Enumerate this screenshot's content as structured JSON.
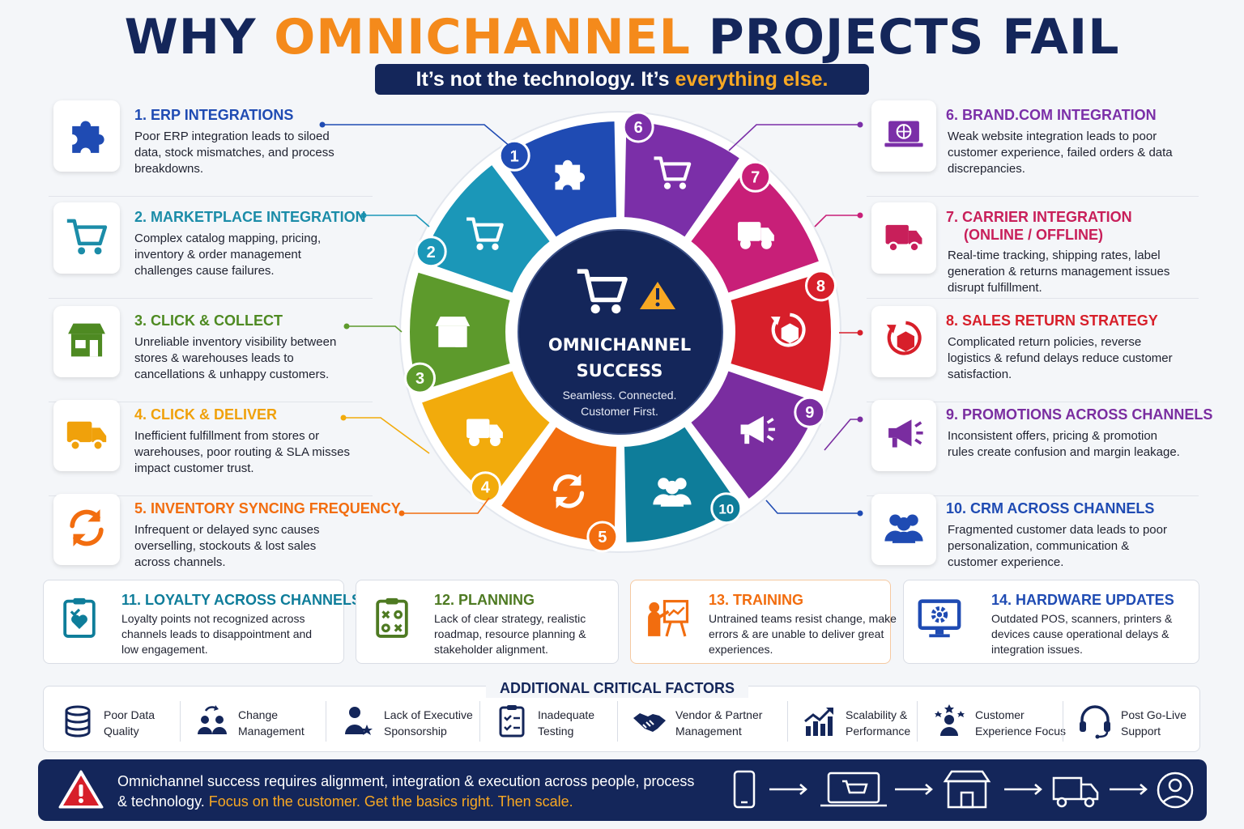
{
  "header": {
    "title_part1": "WHY ",
    "title_accent": "OMNICHANNEL",
    "title_part2": " PROJECTS FAIL",
    "subtitle_part1": "It’s not the technology. It’s ",
    "subtitle_accent": "everything else."
  },
  "colors": {
    "navy": "#14265a",
    "orange": "#f48a1b",
    "seg1": "#1f4bb3",
    "seg2": "#1b97b8",
    "seg3": "#5d9a2c",
    "seg4": "#f2ab0c",
    "seg5": "#f26d0f",
    "seg10": "#0e7d9a",
    "seg9": "#7a2da0",
    "seg8": "#d71f2a",
    "seg7": "#c81f78",
    "seg6": "#7b2fa8"
  },
  "center": {
    "title_line1": "OMNICHANNEL",
    "title_line2": "SUCCESS",
    "tagline_line1": "Seamless. Connected.",
    "tagline_line2": "Customer First."
  },
  "segment_numbers": [
    "1",
    "2",
    "3",
    "4",
    "5",
    "10",
    "9",
    "8",
    "7",
    "6"
  ],
  "left_items": [
    {
      "title": "1. ERP INTEGRATIONS",
      "desc": "Poor ERP integration leads to siloed data, stock mismatches, and process breakdowns.",
      "color": "#1f4bb3",
      "icon": "puzzle-icon"
    },
    {
      "title": "2. MARKETPLACE INTEGRATION",
      "desc": "Complex catalog mapping, pricing, inventory & order management challenges cause failures.",
      "color": "#1b8ca8",
      "icon": "cart-icon"
    },
    {
      "title": "3. CLICK & COLLECT",
      "desc": "Unreliable inventory visibility between stores & warehouses leads to cancellations & unhappy customers.",
      "color": "#4e8a22",
      "icon": "store-icon"
    },
    {
      "title": "4. CLICK & DELIVER",
      "desc": "Inefficient fulfillment from stores or warehouses, poor routing & SLA misses impact customer trust.",
      "color": "#f0a10b",
      "icon": "truck-icon"
    },
    {
      "title": "5. INVENTORY SYNCING FREQUENCY",
      "desc": "Infrequent or delayed sync causes overselling, stockouts & lost sales across channels.",
      "color": "#f26d0f",
      "icon": "sync-icon"
    }
  ],
  "right_items": [
    {
      "title": "6. BRAND.COM INTEGRATION",
      "title2": "",
      "desc": "Weak website integration leads to poor customer experience, failed orders & data discrepancies.",
      "color": "#7b2fa8",
      "icon": "laptop-icon"
    },
    {
      "title": "7. CARRIER INTEGRATION",
      "title2": "(ONLINE / OFFLINE)",
      "desc": "Real-time tracking, shipping rates, label generation & returns management issues disrupt fulfillment.",
      "color": "#c81f5a",
      "icon": "delivery-truck-icon"
    },
    {
      "title": "8. SALES RETURN STRATEGY",
      "title2": "",
      "desc": "Complicated return policies, reverse logistics & refund delays reduce customer satisfaction.",
      "color": "#d71f2a",
      "icon": "return-box-icon"
    },
    {
      "title": "9. PROMOTIONS ACROSS CHANNELS",
      "title2": "",
      "desc": "Inconsistent offers, pricing & promotion rules create confusion and margin leakage.",
      "color": "#7a2da0",
      "icon": "megaphone-icon"
    },
    {
      "title": "10. CRM ACROSS CHANNELS",
      "title2": "",
      "desc": "Fragmented customer data leads to poor personalization, communication & customer experience.",
      "color": "#1f4bb3",
      "icon": "people-icon"
    }
  ],
  "cards": [
    {
      "title": "11. LOYALTY ACROSS CHANNELS",
      "desc": "Loyalty points not recognized across channels leads to disappointment and low engagement.",
      "color": "#0e7d9a",
      "icon": "clipboard-heart-icon"
    },
    {
      "title": "12. PLANNING",
      "desc": "Lack of clear strategy, realistic roadmap, resource planning & stakeholder alignment.",
      "color": "#4e7a22",
      "icon": "strategy-board-icon"
    },
    {
      "title": "13. TRAINING",
      "desc": "Untrained teams resist change, make errors & are unable to deliver great experiences.",
      "color": "#f26d0f",
      "icon": "trainer-icon"
    },
    {
      "title": "14. HARDWARE UPDATES",
      "desc": "Outdated POS, scanners, printers & devices cause operational delays & integration issues.",
      "color": "#1f4bb3",
      "icon": "monitor-gear-icon"
    }
  ],
  "factors": {
    "title": "ADDITIONAL CRITICAL FACTORS",
    "items": [
      {
        "label": "Poor Data\nQuality",
        "icon": "database-icon"
      },
      {
        "label": "Change\nManagement",
        "icon": "change-people-icon"
      },
      {
        "label": "Lack of Executive\nSponsorship",
        "icon": "executive-icon"
      },
      {
        "label": "Inadequate\nTesting",
        "icon": "checklist-icon"
      },
      {
        "label": "Vendor & Partner\nManagement",
        "icon": "handshake-icon"
      },
      {
        "label": "Scalability &\nPerformance",
        "icon": "growth-chart-icon"
      },
      {
        "label": "Customer\nExperience Focus",
        "icon": "customer-star-icon"
      },
      {
        "label": "Post Go-Live\nSupport",
        "icon": "headset-icon"
      }
    ]
  },
  "footer": {
    "text_plain": "Omnichannel success requires alignment, integration & execution across people, process & technology. ",
    "text_accent": "Focus on the customer. Get the basics right. Then scale."
  }
}
